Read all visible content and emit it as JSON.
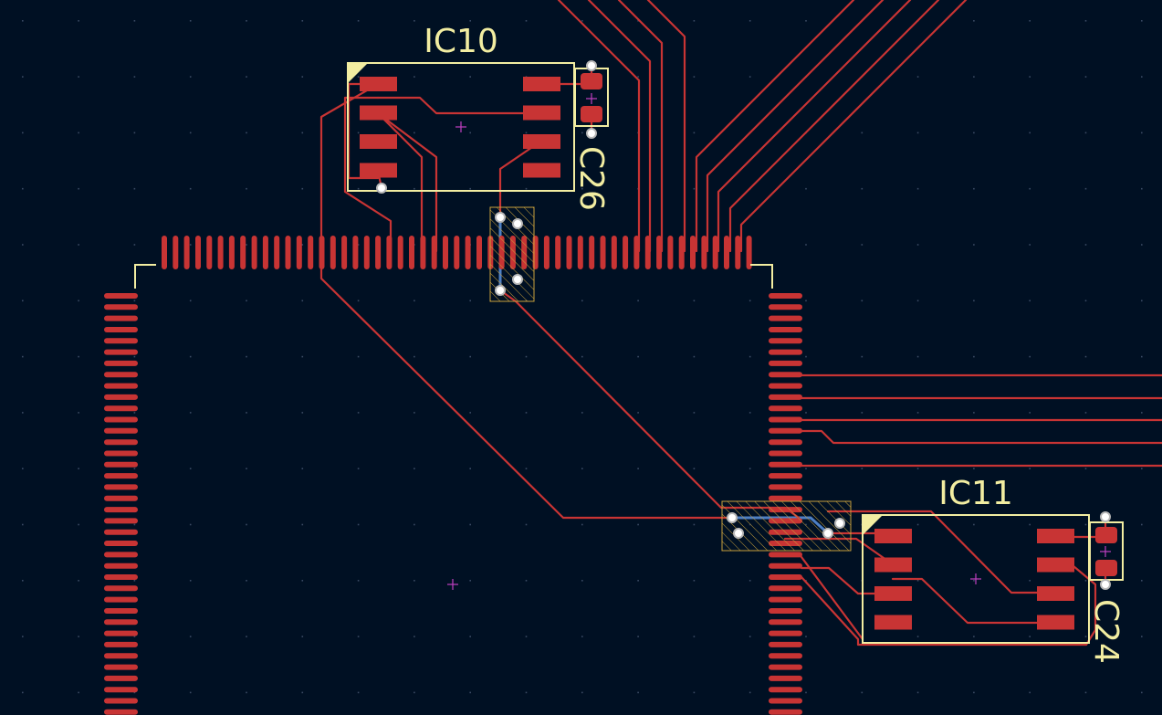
{
  "board": {
    "background_color": "#001023",
    "colors": {
      "copper_front": "#c83434",
      "copper_back": "#4d7fc4",
      "silkscreen": "#f2eda1",
      "courtyard": "#c8a03c",
      "anchor_marker": "#c040c0",
      "grid_dot": "#3a4a63",
      "via_ring": "#e3e3e3"
    }
  },
  "components": {
    "ic10": {
      "reference": "IC10",
      "pads_per_side": 4,
      "pin1_marker": true
    },
    "ic11": {
      "reference": "IC11",
      "pads_per_side": 4,
      "pin1_marker": true
    },
    "c26": {
      "reference": "C26",
      "pad_count": 2
    },
    "c24": {
      "reference": "C24",
      "pad_count": 2
    },
    "main_ic": {
      "top_row_pin_count": 53,
      "left_column_pin_count": 38,
      "right_column_pin_count": 38
    }
  },
  "icons": {
    "anchor": "crosshair-plus-icon",
    "via": "via-ring-icon",
    "pin1": "pin1-triangle-icon"
  }
}
